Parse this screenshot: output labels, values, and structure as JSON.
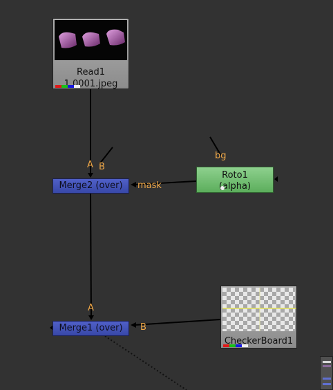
{
  "nodes": {
    "read1": {
      "name": "Read1",
      "file": "1.0001.jpeg"
    },
    "merge2": {
      "label": "Merge2 (over)"
    },
    "roto1": {
      "name": "Roto1",
      "channel": "(alpha)"
    },
    "merge1": {
      "label": "Merge1 (over)"
    },
    "checkerboard1": {
      "name": "CheckerBoard1"
    }
  },
  "inputs": {
    "merge2_a": "A",
    "merge2_b": "B",
    "merge2_mask": "mask",
    "roto1_bg": "bg",
    "merge1_a": "A",
    "merge1_b": "B"
  },
  "colors": {
    "background": "#323232",
    "merge_node": "#4454b8",
    "roto_node": "#72c072",
    "input_label": "#f0a848",
    "connection": "#000000"
  },
  "channel_swatches": [
    "#e01818",
    "#18c018",
    "#1818e0",
    "#f0f0f0"
  ]
}
